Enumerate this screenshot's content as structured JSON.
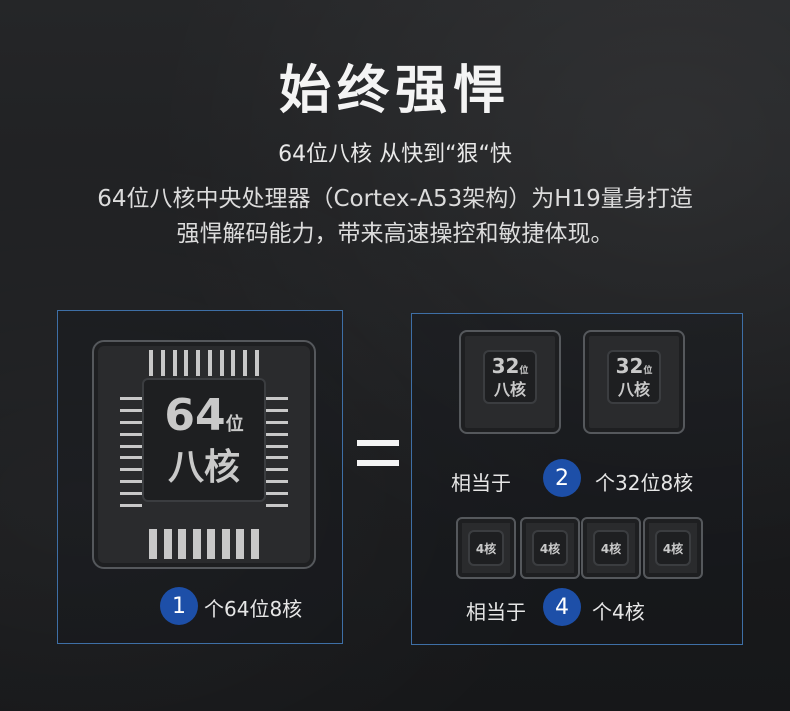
{
  "title": "始终强悍",
  "subtitle": "64位八核 从快到“狠“快",
  "description": "64位八核中央处理器（Cortex-A53架构）为H19量身打造强悍解码能力，带来高速操控和敏捷体现。",
  "big_chip": {
    "number": "64",
    "unit": "位",
    "cores": "八核"
  },
  "mid_chip": {
    "number": "32",
    "unit": "位",
    "cores": "八核"
  },
  "small_chip": {
    "label": "4核"
  },
  "equals": "=",
  "left_caption": {
    "badge": "1",
    "text": "个64位8核"
  },
  "right_caption_1": {
    "prefix": "相当于",
    "badge": "2",
    "text": "个32位8核"
  },
  "right_caption_2": {
    "prefix": "相当于",
    "badge": "4",
    "text": "个4核"
  },
  "colors": {
    "badge": "#1d4fa8",
    "frame": "#3e6fa6",
    "background": "#1b1c1e"
  }
}
